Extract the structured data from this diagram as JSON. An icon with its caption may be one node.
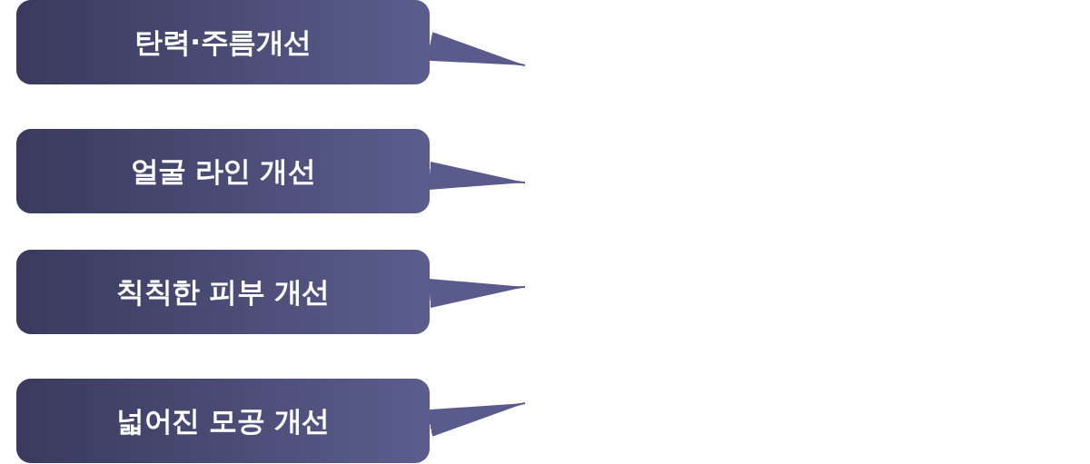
{
  "diagram": {
    "nodes": [
      {
        "text": [
          "탄력·주름개선"
        ]
      },
      {
        "text": [
          "얼굴 라인 개선"
        ]
      },
      {
        "text": [
          "칙칙한 피부 개선"
        ]
      },
      {
        "text": [
          "넓어진 모공 개선"
        ]
      }
    ],
    "edges": [
      {
        "from": 0,
        "to": null,
        "arrow": "to"
      },
      {
        "from": 1,
        "to": null,
        "arrow": "to"
      },
      {
        "from": 2,
        "to": null,
        "arrow": "to"
      },
      {
        "from": 3,
        "to": null,
        "arrow": "to"
      }
    ]
  }
}
